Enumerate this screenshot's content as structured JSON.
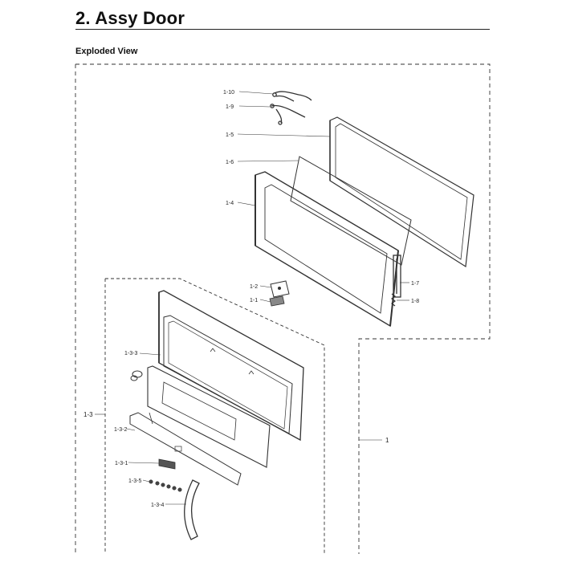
{
  "title": "2.  Assy Door",
  "subtitle": "Exploded View",
  "parts": {
    "p1_10": "1-10",
    "p1_9": "1-9",
    "p1_5": "1-5",
    "p1_6": "1-6",
    "p1_4": "1-4",
    "p1_2": "1-2",
    "p1_1": "1-1",
    "p1_7": "1-7",
    "p1_8": "1-8",
    "p1_3_3": "1-3-3",
    "p1_3": "1-3",
    "p1_3_2": "1-3-2",
    "p1_3_1": "1-3-1",
    "p1_3_5": "1-3-5",
    "p1_3_4": "1-3-4",
    "p1": "1"
  }
}
